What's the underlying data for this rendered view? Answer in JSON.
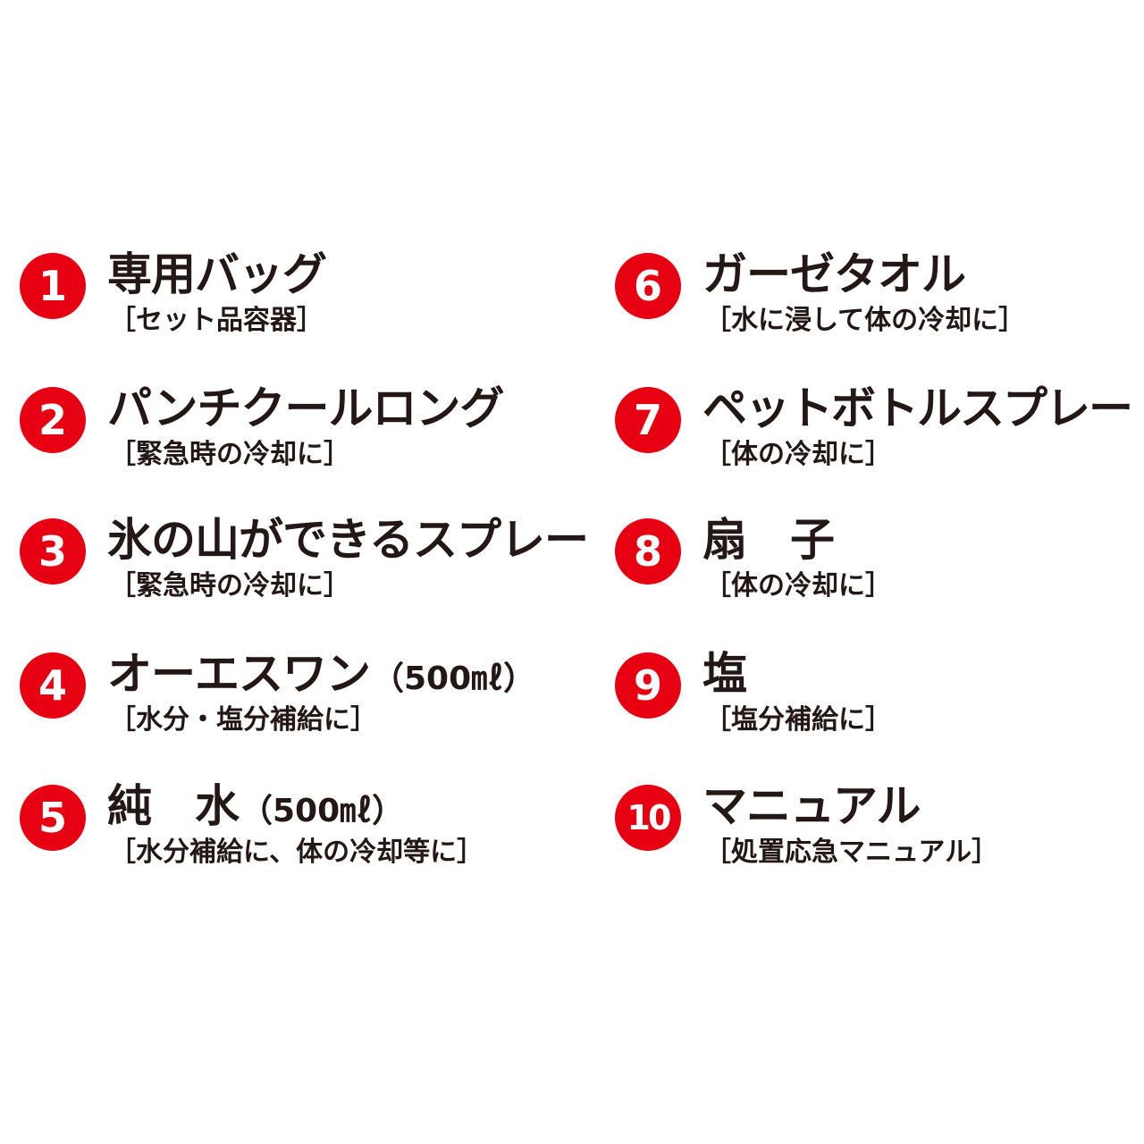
{
  "accent_color": "#e60012",
  "text_color": "#231815",
  "items": [
    {
      "num": "1",
      "title": "専用バッグ",
      "suffix": "",
      "sub": "［セット品容器］"
    },
    {
      "num": "2",
      "title": "パンチクールロング",
      "suffix": "",
      "sub": "［緊急時の冷却に］"
    },
    {
      "num": "3",
      "title": "氷の山ができるスプレー",
      "suffix": "",
      "sub": "［緊急時の冷却に］"
    },
    {
      "num": "4",
      "title": "オーエスワン",
      "suffix": "（500㎖）",
      "sub": "［水分・塩分補給に］"
    },
    {
      "num": "5",
      "title": "純　水",
      "suffix": "（500㎖）",
      "sub": "［水分補給に、体の冷却等に］"
    },
    {
      "num": "6",
      "title": "ガーゼタオル",
      "suffix": "",
      "sub": "［水に浸して体の冷却に］"
    },
    {
      "num": "7",
      "title": "ペットボトルスプレー",
      "suffix": "",
      "sub": "［体の冷却に］"
    },
    {
      "num": "8",
      "title": "扇　子",
      "suffix": "",
      "sub": "［体の冷却に］"
    },
    {
      "num": "9",
      "title": "塩",
      "suffix": "",
      "sub": "［塩分補給に］"
    },
    {
      "num": "10",
      "title": "マニュアル",
      "suffix": "",
      "sub": "［処置応急マニュアル］"
    }
  ]
}
